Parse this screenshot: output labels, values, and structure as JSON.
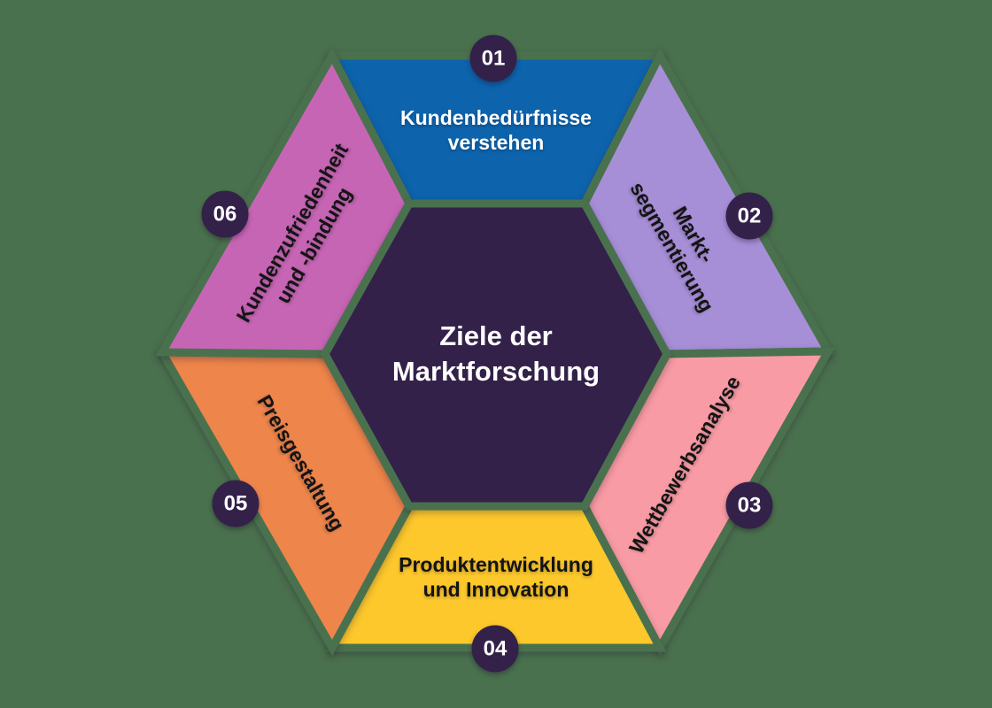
{
  "title": {
    "line1": "Ziele der",
    "line2": "Marktforschung"
  },
  "colors": {
    "background": "#4a714e",
    "center_hexagon": "#33214a",
    "badge": "#33214a",
    "badge_text": "#ffffff",
    "title_text": "#ffffff"
  },
  "segments": [
    {
      "number": "01",
      "label_line1": "Kundenbedürfnisse",
      "label_line2": "verstehen",
      "color": "#0d64ad",
      "text_color": "#ffffff"
    },
    {
      "number": "02",
      "label_line1": "Markt-",
      "label_line2": "segmentierung",
      "color": "#a78fd8",
      "text_color": "#141414"
    },
    {
      "number": "03",
      "label_line1": "Wettbewerbsanalyse",
      "label_line2": "",
      "color": "#f99ba4",
      "text_color": "#141414"
    },
    {
      "number": "04",
      "label_line1": "Produktentwicklung",
      "label_line2": "und Innovation",
      "color": "#fcc82c",
      "text_color": "#141414"
    },
    {
      "number": "05",
      "label_line1": "Preisgestaltung",
      "label_line2": "",
      "color": "#ee854b",
      "text_color": "#141414"
    },
    {
      "number": "06",
      "label_line1": "Kundenzufriedenheit",
      "label_line2": "und -bindung",
      "color": "#c765b5",
      "text_color": "#141414"
    }
  ]
}
